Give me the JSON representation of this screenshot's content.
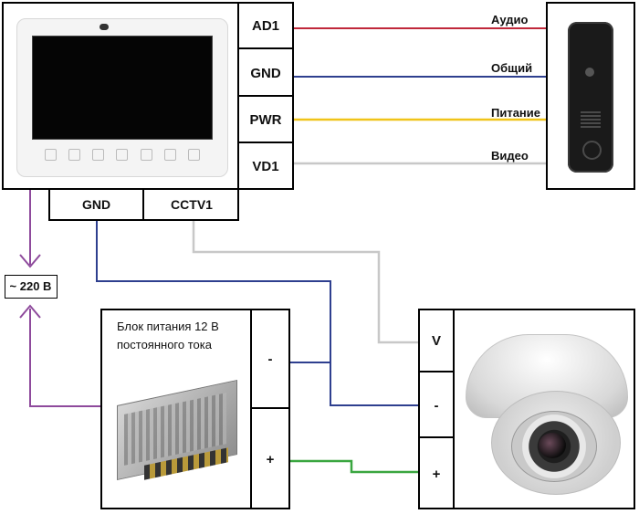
{
  "monitor": {
    "terminals": [
      "AD1",
      "GND",
      "PWR",
      "VD1"
    ],
    "bottom_terminals": [
      "GND",
      "CCTV1"
    ]
  },
  "wires": {
    "audio": {
      "label": "Аудио",
      "color": "#c0283a"
    },
    "common": {
      "label": "Общий",
      "color": "#2e3f8f"
    },
    "power": {
      "label": "Питание",
      "color": "#f0c419"
    },
    "video": {
      "label": "Видео",
      "color": "#c8c8c8"
    }
  },
  "mains": {
    "label": "~ 220 В",
    "color": "#8e4a9c"
  },
  "psu": {
    "label_line1": "Блок питания 12 В",
    "label_line2": "постоянного тока",
    "minus": "-",
    "plus": "+"
  },
  "camera": {
    "terminals": [
      "V",
      "-",
      "+"
    ],
    "plus_wire_color": "#3aa640"
  }
}
